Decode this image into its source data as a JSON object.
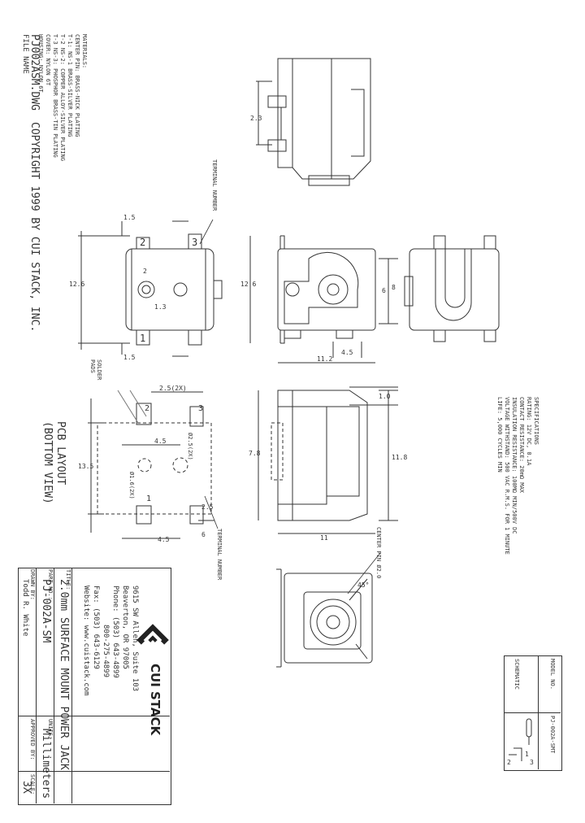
{
  "file_info": {
    "file_name_label": "FILE NAME",
    "file_name": "PJ002ASM.DWG",
    "copyright": "COPYRIGHT 1999 BY CUI STACK, INC."
  },
  "materials": {
    "heading": "MATERIALS:",
    "lines": [
      "CENTER PIN: BRASS-NICK PLATING",
      "T-1: NS-1 BRASS-SILVER PLATING",
      "T-2 NS-2: COPPER ALLOY-SILVER PLATING",
      "T-3 NS-3: PHOSPHOR BRASS-TIN PLATING",
      "COVER: NYLON 6T",
      "HOUSING: NYLON 6T"
    ]
  },
  "specifications": {
    "heading": "SPECIFICATIONS",
    "lines": [
      "RATING: 12V DC, 0.1A",
      "CONTACT RESISTANCE: 20mΩ MAX",
      "INSULATION RESISTANCE: 100MΩ MIN/500V DC",
      "VOLTAGE WITHSTAND: 500 VAC R.M.S. FOR 1 MINUTE",
      "LIFE: 5,000 CYCLES MIN"
    ]
  },
  "labels": {
    "terminal_number_top": "TERMINAL NUMBER",
    "terminal_number_bottom": "TERMINAL NUMBER",
    "solder_pads": "SOLDER PADS",
    "center_pin": "CENTER PIN Ø2.0",
    "pcb_layout_1": "PCB LAYOUT",
    "pcb_layout_2": "(BOTTOM VIEW)"
  },
  "dimensions": {
    "d_15a": "1.5",
    "d_15b": "1.5",
    "d_126a": "12.6",
    "d_126b": "12.6",
    "d_2": "2",
    "d_13": "1.3",
    "d_8": "8",
    "d_45a": "4.5",
    "d_112": "11.2",
    "d_6": "6",
    "d_23": "2.3",
    "d_25x": "2.5(2X)",
    "d_135": "13.5",
    "d_45b": "4.5",
    "d_45c": "4.5",
    "d_6b": "6",
    "d_25": "2.5",
    "d_118": "11.8",
    "d_11": "11",
    "d_10": "1.0",
    "d_78": "7.8",
    "d_45deg": "45°",
    "d_phi16": "Ø1.6(2X)",
    "d_phi25": "Ø2.5(2X)"
  },
  "pin_labels": [
    "1",
    "2",
    "3",
    "2",
    "3",
    "1"
  ],
  "company": {
    "name": "CUI STACK",
    "address_1": "9615 SW Allen, Suite 103",
    "address_2": "Beaverton, OR 97005",
    "phone_label": "Phone:",
    "phone_1": "(503) 643-4899",
    "phone_2": "800-275-4899",
    "fax_label": "Fax:",
    "fax": "(503) 643-6129",
    "website_label": "Website:",
    "website": "www.cuistack.com"
  },
  "title_block": {
    "title_label": "TITLE:",
    "title": "2.0mm SURFACE MOUNT POWER JACK",
    "part_no_label": "PART NO.:",
    "part_no": "PJ-002A-SM",
    "drawn_by_label": "DRAWN BY:",
    "drawn_by": "Todd R. White",
    "approved_by_label": "APPROVED BY:",
    "units_label": "UNITS:",
    "units": "Millimeters",
    "scale_label": "SCALE:",
    "scale": "3X"
  },
  "schematic_block": {
    "model_label": "MODEL NO.",
    "model": "PJ-002A-SMT",
    "schematic_label": "SCHEMATIC",
    "pins": [
      "1",
      "3",
      "2"
    ]
  }
}
